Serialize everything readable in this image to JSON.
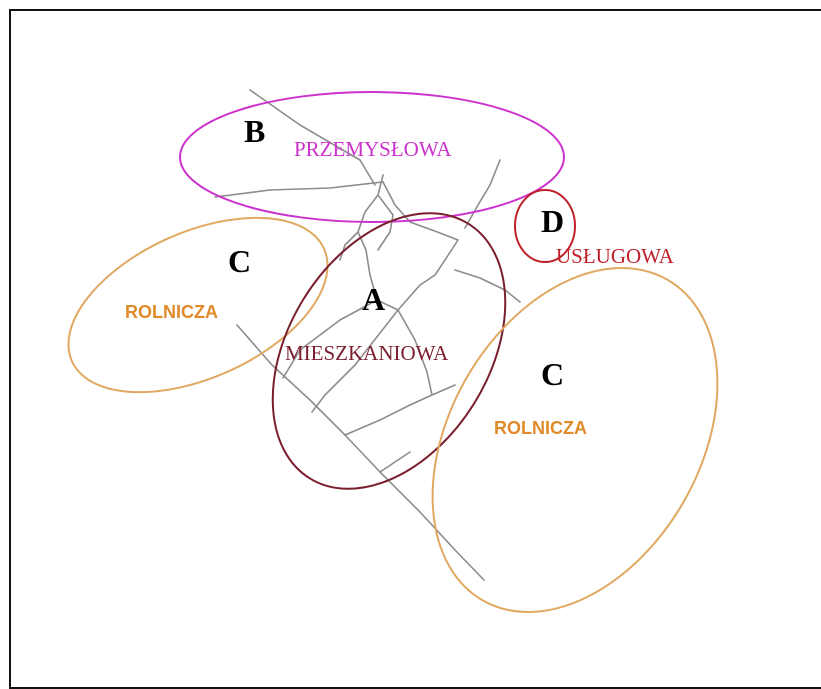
{
  "colors": {
    "industrial": "#cc33cc",
    "residential": "#7a1f2e",
    "services": "#c0202a",
    "agricultural": "#e08a2a",
    "agricultural_outline": "#e0a860",
    "roads": "#8c8c8c"
  },
  "zones": {
    "a": {
      "letter": "A",
      "name": "MIESZKANIOWA"
    },
    "b": {
      "letter": "B",
      "name": "PRZEMYSŁOWA"
    },
    "c_left": {
      "letter": "C",
      "name": "ROLNICZA"
    },
    "c_right": {
      "letter": "C",
      "name": "ROLNICZA"
    },
    "d": {
      "letter": "D",
      "name": "USŁUGOWA"
    }
  }
}
